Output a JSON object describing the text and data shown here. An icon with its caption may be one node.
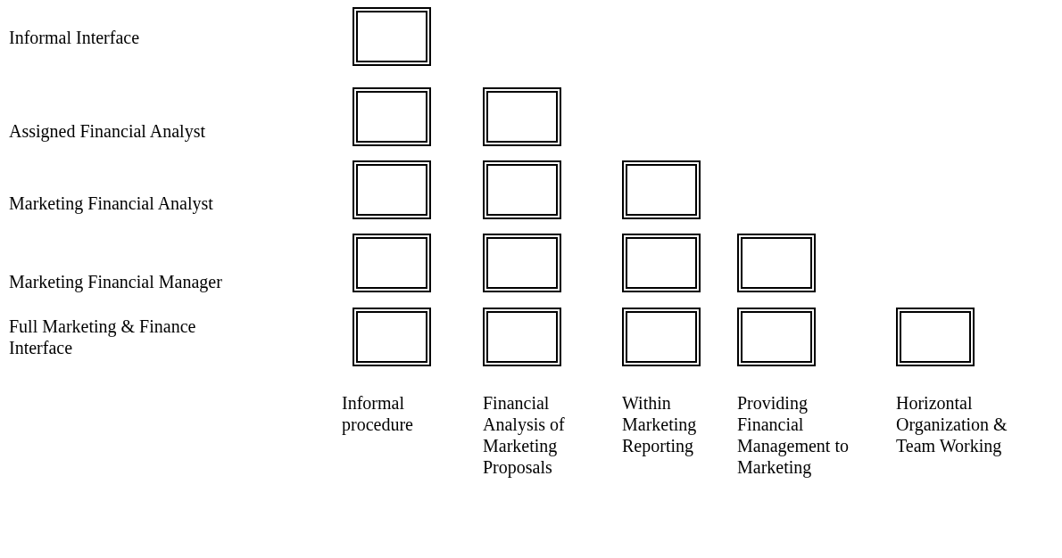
{
  "diagram": {
    "nodes": [
      {
        "text": [],
        "shape": "box"
      },
      {
        "text": [],
        "shape": "box"
      },
      {
        "text": [],
        "shape": "box"
      },
      {
        "text": [],
        "shape": "box"
      },
      {
        "text": [],
        "shape": "box"
      },
      {
        "text": [],
        "shape": "box"
      },
      {
        "text": [],
        "shape": "box"
      },
      {
        "text": [],
        "shape": "box"
      },
      {
        "text": [],
        "shape": "box"
      },
      {
        "text": [],
        "shape": "box"
      },
      {
        "text": [],
        "shape": "box"
      },
      {
        "text": [],
        "shape": "box"
      },
      {
        "text": [],
        "shape": "box"
      },
      {
        "text": [],
        "shape": "box"
      },
      {
        "text": [],
        "shape": "box"
      }
    ],
    "labels": [
      "Informal Interface",
      "Assigned Financial Analyst",
      "Marketing Financial Analyst",
      "Marketing Financial Manager",
      "Full Marketing & Finance Interface",
      "Informal procedure",
      "Financial Analysis of Marketing Proposals",
      "Within Marketing Reporting",
      "Providing Financial Management to Marketing",
      "Horizontal Organization & Team Working"
    ]
  }
}
